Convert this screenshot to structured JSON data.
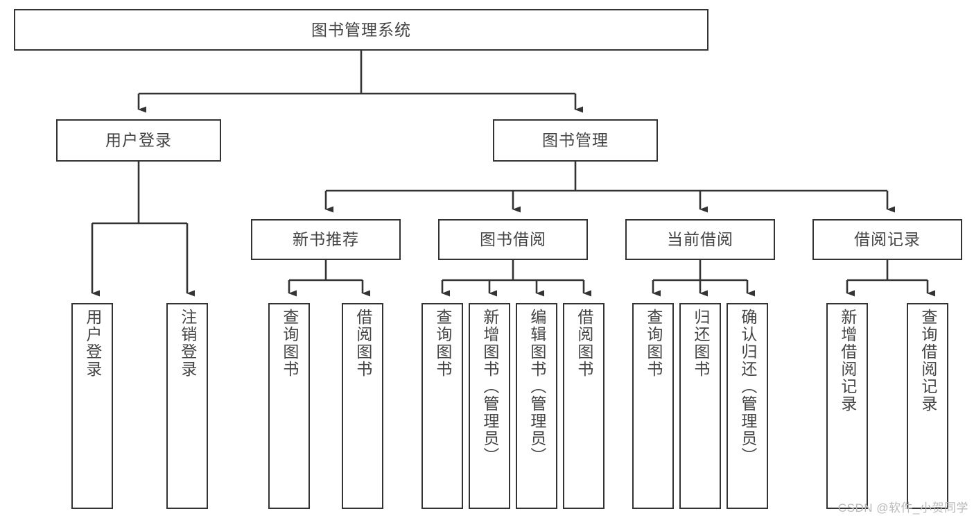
{
  "diagram": {
    "title": "图书管理系统",
    "watermark": "CSDN @软件_小贺同学",
    "colors": {
      "box_border": "#333333",
      "box_fill": "#ffffff",
      "text": "#444444",
      "connector": "#333333",
      "watermark": "#b9b9b9",
      "background": "#ffffff"
    },
    "chart_data": {
      "type": "tree",
      "title": "图书管理系统",
      "orientation": "top-down",
      "levels": 4,
      "node_count": 18
    },
    "nodes": {
      "root": {
        "label": "图书管理系统",
        "level": 0,
        "orientation": "horizontal"
      },
      "user_login": {
        "label": "用户登录",
        "level": 1,
        "orientation": "horizontal"
      },
      "book_mgmt": {
        "label": "图书管理",
        "level": 1,
        "orientation": "horizontal"
      },
      "new_book_rec": {
        "label": "新书推荐",
        "level": 2,
        "orientation": "horizontal"
      },
      "book_borrow": {
        "label": "图书借阅",
        "level": 2,
        "orientation": "horizontal"
      },
      "current_borrow": {
        "label": "当前借阅",
        "level": 2,
        "orientation": "horizontal"
      },
      "borrow_record": {
        "label": "借阅记录",
        "level": 2,
        "orientation": "horizontal"
      },
      "leaf_user_login": {
        "label": "用户登录",
        "level": 2,
        "orientation": "vertical",
        "parent": "用户登录"
      },
      "leaf_user_logout": {
        "label": "注销登录",
        "level": 2,
        "orientation": "vertical",
        "parent": "用户登录"
      },
      "leaf_query_book_1": {
        "label": "查询图书",
        "level": 3,
        "orientation": "vertical",
        "parent": "新书推荐"
      },
      "leaf_borrow_book_1": {
        "label": "借阅图书",
        "level": 3,
        "orientation": "vertical",
        "parent": "新书推荐"
      },
      "leaf_query_book_2": {
        "label": "查询图书",
        "level": 3,
        "orientation": "vertical",
        "parent": "图书借阅"
      },
      "leaf_add_book": {
        "label": "新增图书（管理员）",
        "level": 3,
        "orientation": "vertical",
        "parent": "图书借阅"
      },
      "leaf_edit_book": {
        "label": "编辑图书（管理员）",
        "level": 3,
        "orientation": "vertical",
        "parent": "图书借阅"
      },
      "leaf_borrow_book_2": {
        "label": "借阅图书",
        "level": 3,
        "orientation": "vertical",
        "parent": "图书借阅"
      },
      "leaf_query_book_3": {
        "label": "查询图书",
        "level": 3,
        "orientation": "vertical",
        "parent": "当前借阅"
      },
      "leaf_return_book": {
        "label": "归还图书",
        "level": 3,
        "orientation": "vertical",
        "parent": "当前借阅"
      },
      "leaf_confirm_return": {
        "label": "确认归还（管理员）",
        "level": 3,
        "orientation": "vertical",
        "parent": "当前借阅"
      },
      "leaf_add_record": {
        "label": "新增借阅记录",
        "level": 3,
        "orientation": "vertical",
        "parent": "借阅记录"
      },
      "leaf_query_record": {
        "label": "查询借阅记录",
        "level": 3,
        "orientation": "vertical",
        "parent": "借阅记录"
      }
    }
  }
}
